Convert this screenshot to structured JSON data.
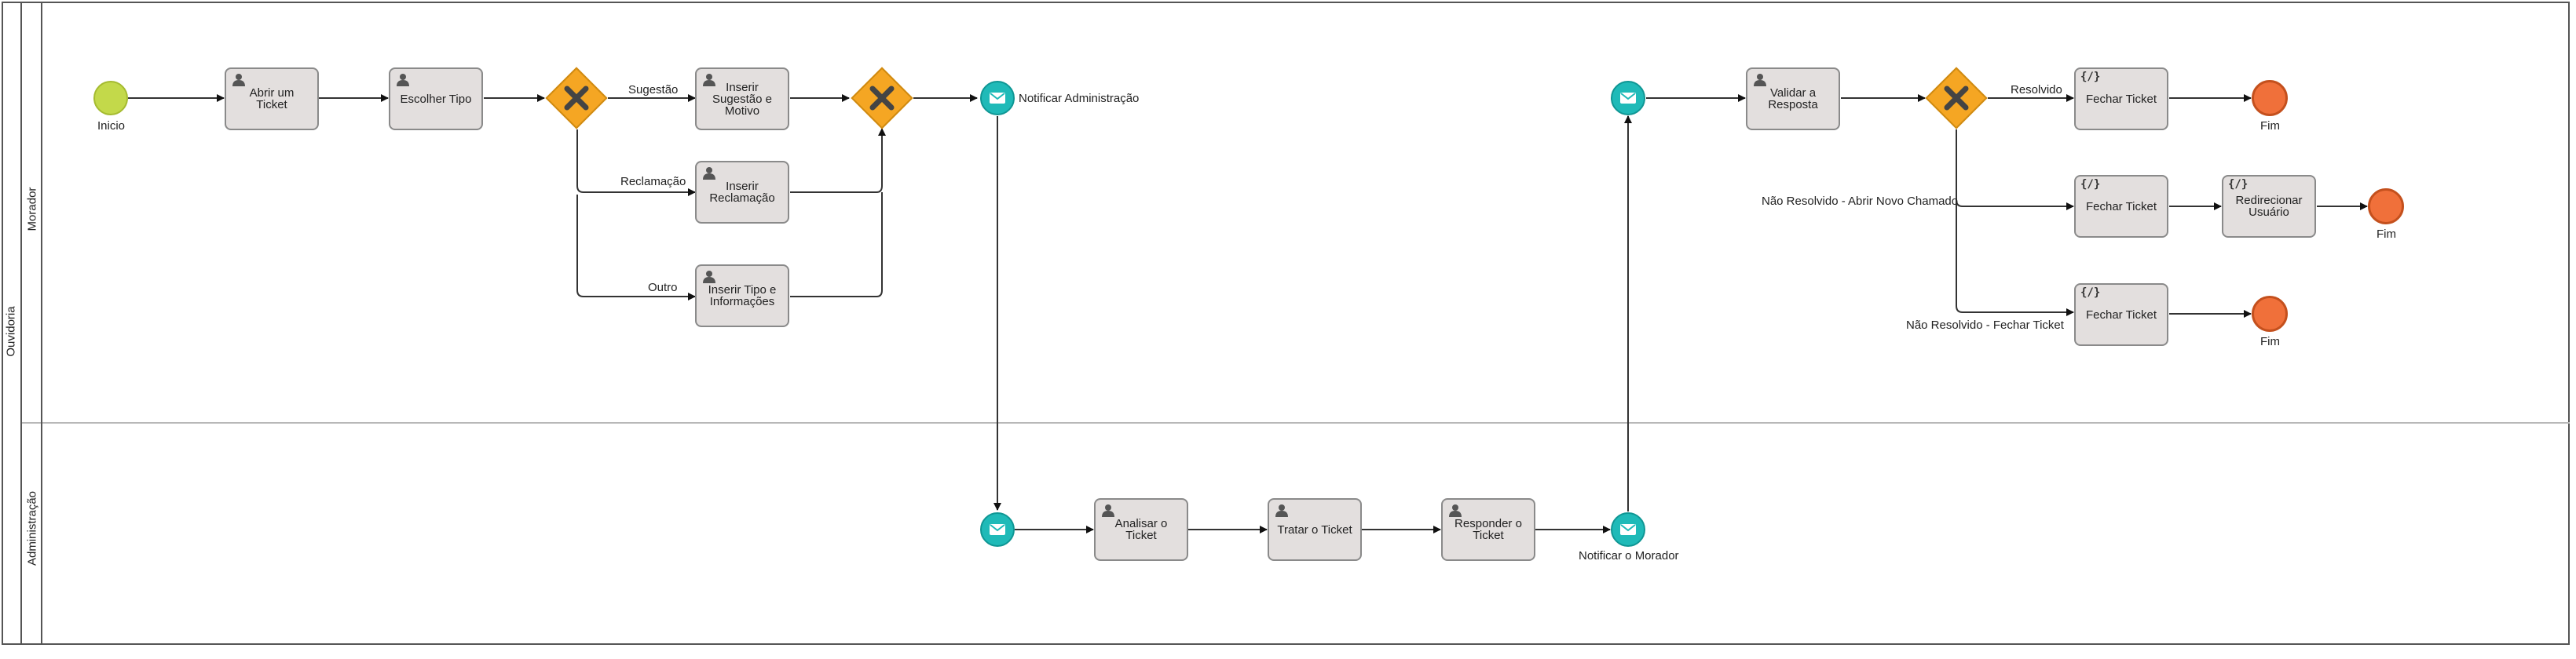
{
  "pool": {
    "label": "Ouvidoria"
  },
  "lanes": {
    "morador": "Morador",
    "administracao": "Administração"
  },
  "events": {
    "start": "Inicio",
    "notify_admin": "Notificar Administração",
    "notify_morador": "Notificar o Morador",
    "end1": "Fim",
    "end2": "Fim",
    "end3": "Fim"
  },
  "tasks": {
    "abrir": "Abrir um Ticket",
    "escolher": "Escolher Tipo",
    "sugestao": "Inserir Sugestão e Motivo",
    "reclamacao": "Inserir Reclamação",
    "outro": "Inserir Tipo e Informações",
    "validar": "Validar a Resposta",
    "fechar1": "Fechar Ticket",
    "fechar2": "Fechar Ticket",
    "redirecionar": "Redirecionar Usuário",
    "fechar3": "Fechar Ticket",
    "analisar": "Analisar o Ticket",
    "tratar": "Tratar o Ticket",
    "responder": "Responder o Ticket"
  },
  "flows": {
    "sugestao": "Sugestão",
    "reclamacao": "Reclamação",
    "outro": "Outro",
    "resolvido": "Resolvido",
    "nao_resolvido_novo": "Não Resolvido - Abrir Novo Chamado",
    "nao_resolvido_fechar": "Não Resolvido - Fechar Ticket"
  },
  "icons": {
    "user_task": "user-icon",
    "script_task": "script-icon",
    "gateway": "exclusive-gateway-x-icon",
    "message": "envelope-icon"
  },
  "colors": {
    "start": "#c3d94a",
    "end": "#f0703a",
    "gateway": "#f5a623",
    "message": "#1fbab8",
    "task_fill": "#e3dfde"
  }
}
